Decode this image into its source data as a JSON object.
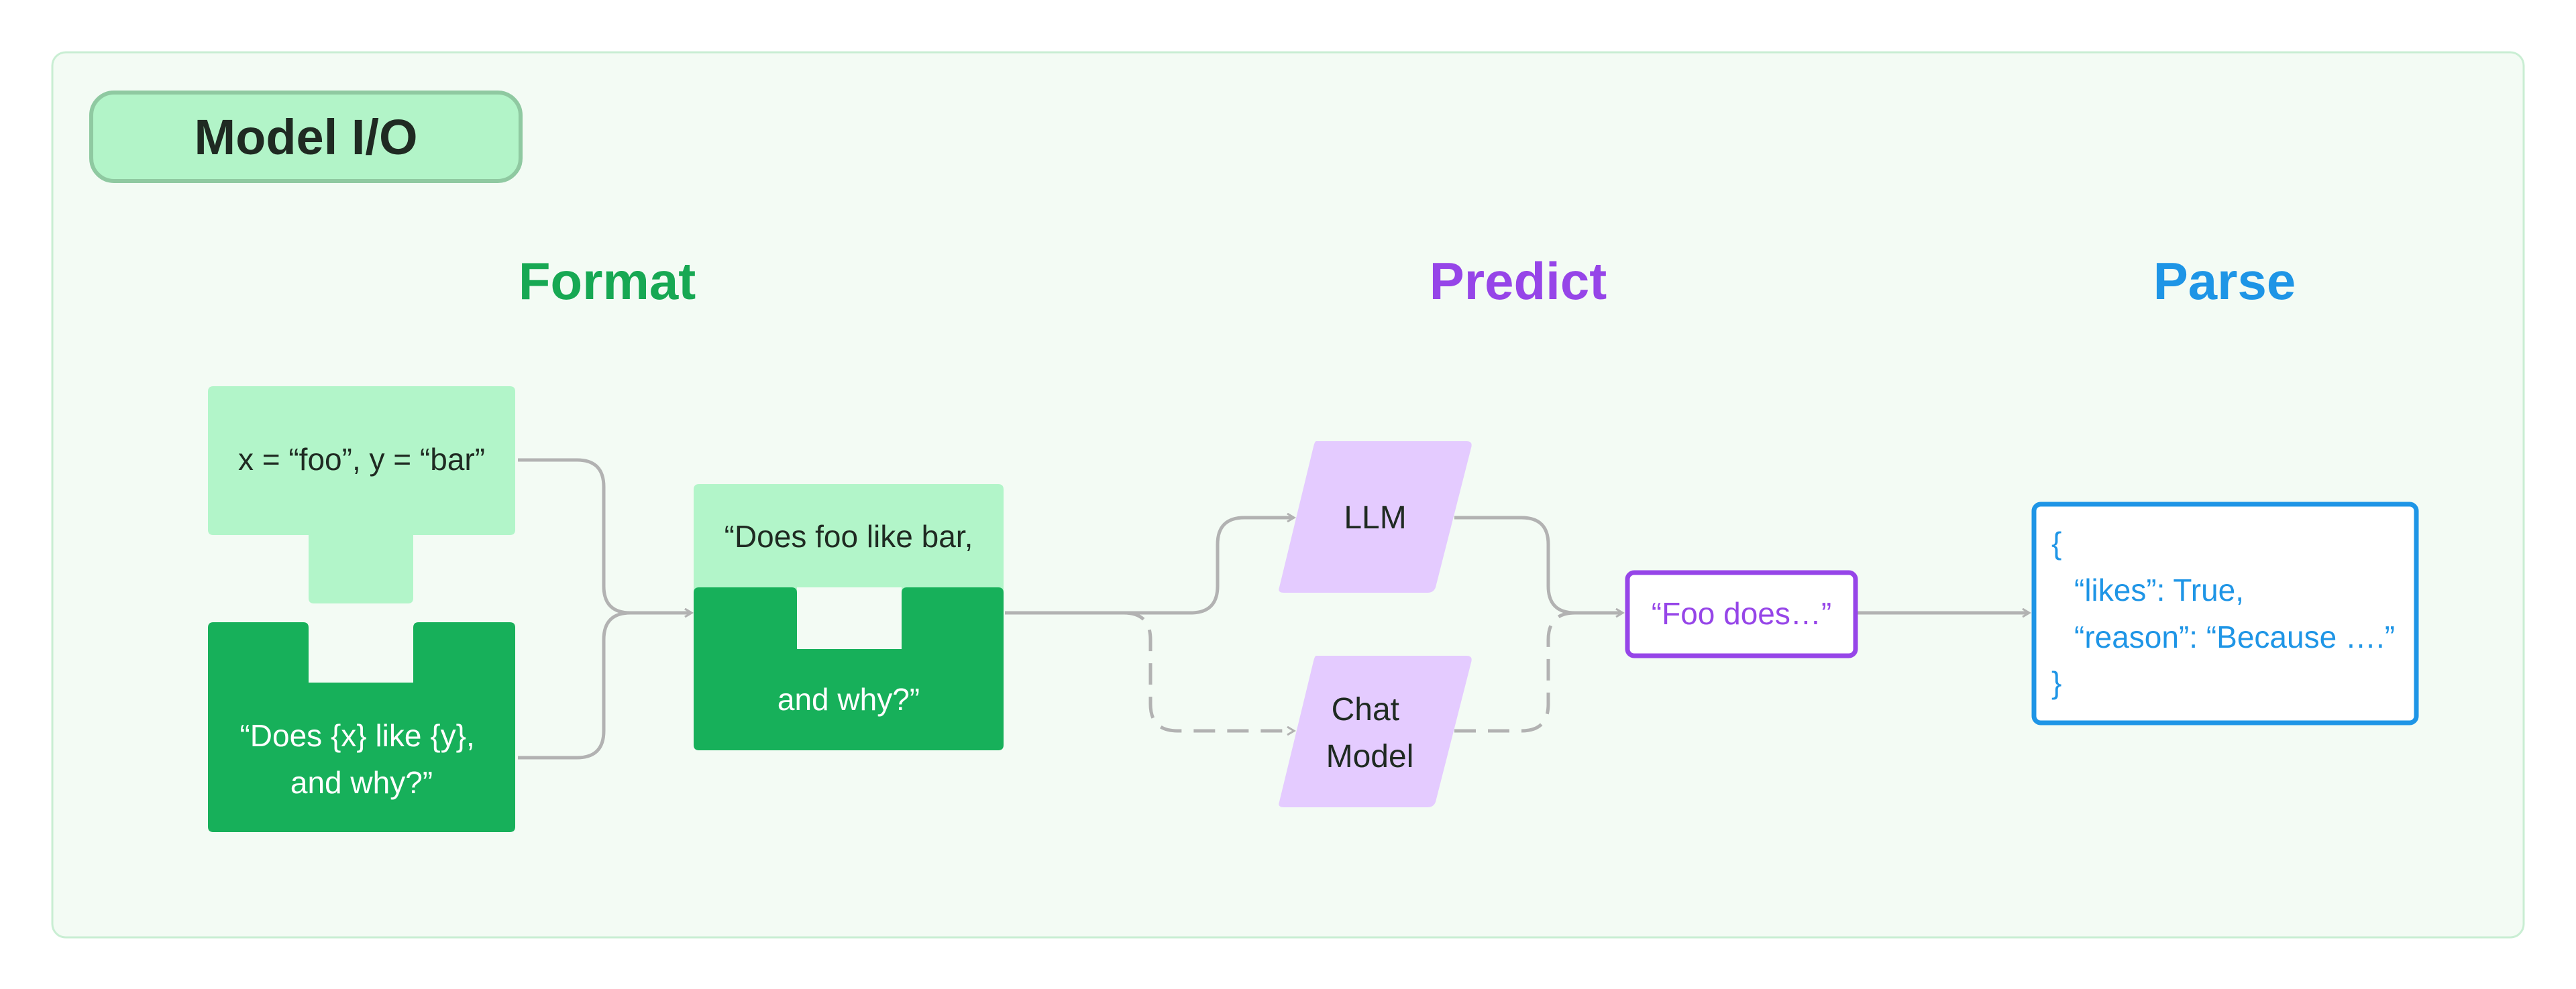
{
  "title": "Model I/O",
  "sections": {
    "format": "Format",
    "predict": "Predict",
    "parse": "Parse"
  },
  "format_stage": {
    "variables": "x = “foo”, y = “bar”",
    "template_lines": [
      "“Does {x} like {y},",
      "and why?”"
    ],
    "prompt_top": "“Does foo like bar,",
    "prompt_bottom": "and why?”"
  },
  "predict_stage": {
    "llm": "LLM",
    "chat_model_lines": [
      "Chat",
      "Model"
    ],
    "output": "“Foo does…”"
  },
  "parse_stage": {
    "json_lines": [
      "{",
      "“likes”: True,",
      "“reason”: “Because ….”",
      "}"
    ]
  },
  "colors": {
    "panel_bg": "#f3fbf4",
    "panel_border": "#c9eed3",
    "title_fill": "#b2f4c8",
    "title_border": "#8fc9a1",
    "light_green": "#b2f5c9",
    "dark_green": "#17b05a",
    "format_green": "#17a853",
    "purple": "#9645e8",
    "lavender": "#e4cbff",
    "blue": "#1e95e6",
    "connector": "#b2b2b2",
    "dark_text": "#1f2a22"
  }
}
